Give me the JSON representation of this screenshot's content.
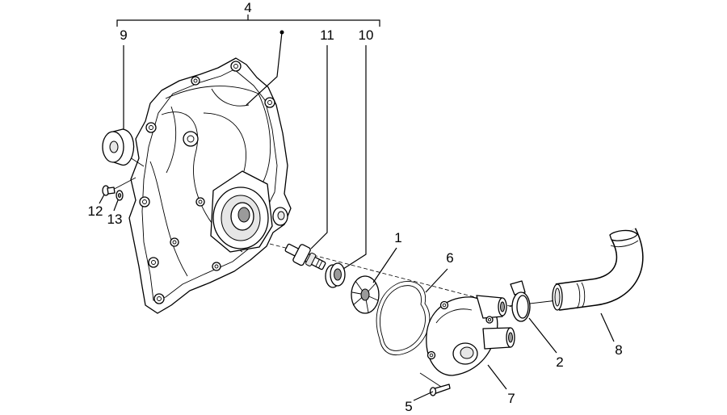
{
  "callouts": {
    "part_4": "4",
    "part_9": "9",
    "part_11": "11",
    "part_10": "10",
    "part_1": "1",
    "part_6": "6",
    "part_12": "12",
    "part_13": "13",
    "part_2": "2",
    "part_8": "8",
    "part_5": "5",
    "part_7": "7"
  },
  "colors": {
    "line": "#000000",
    "background": "#ffffff"
  }
}
